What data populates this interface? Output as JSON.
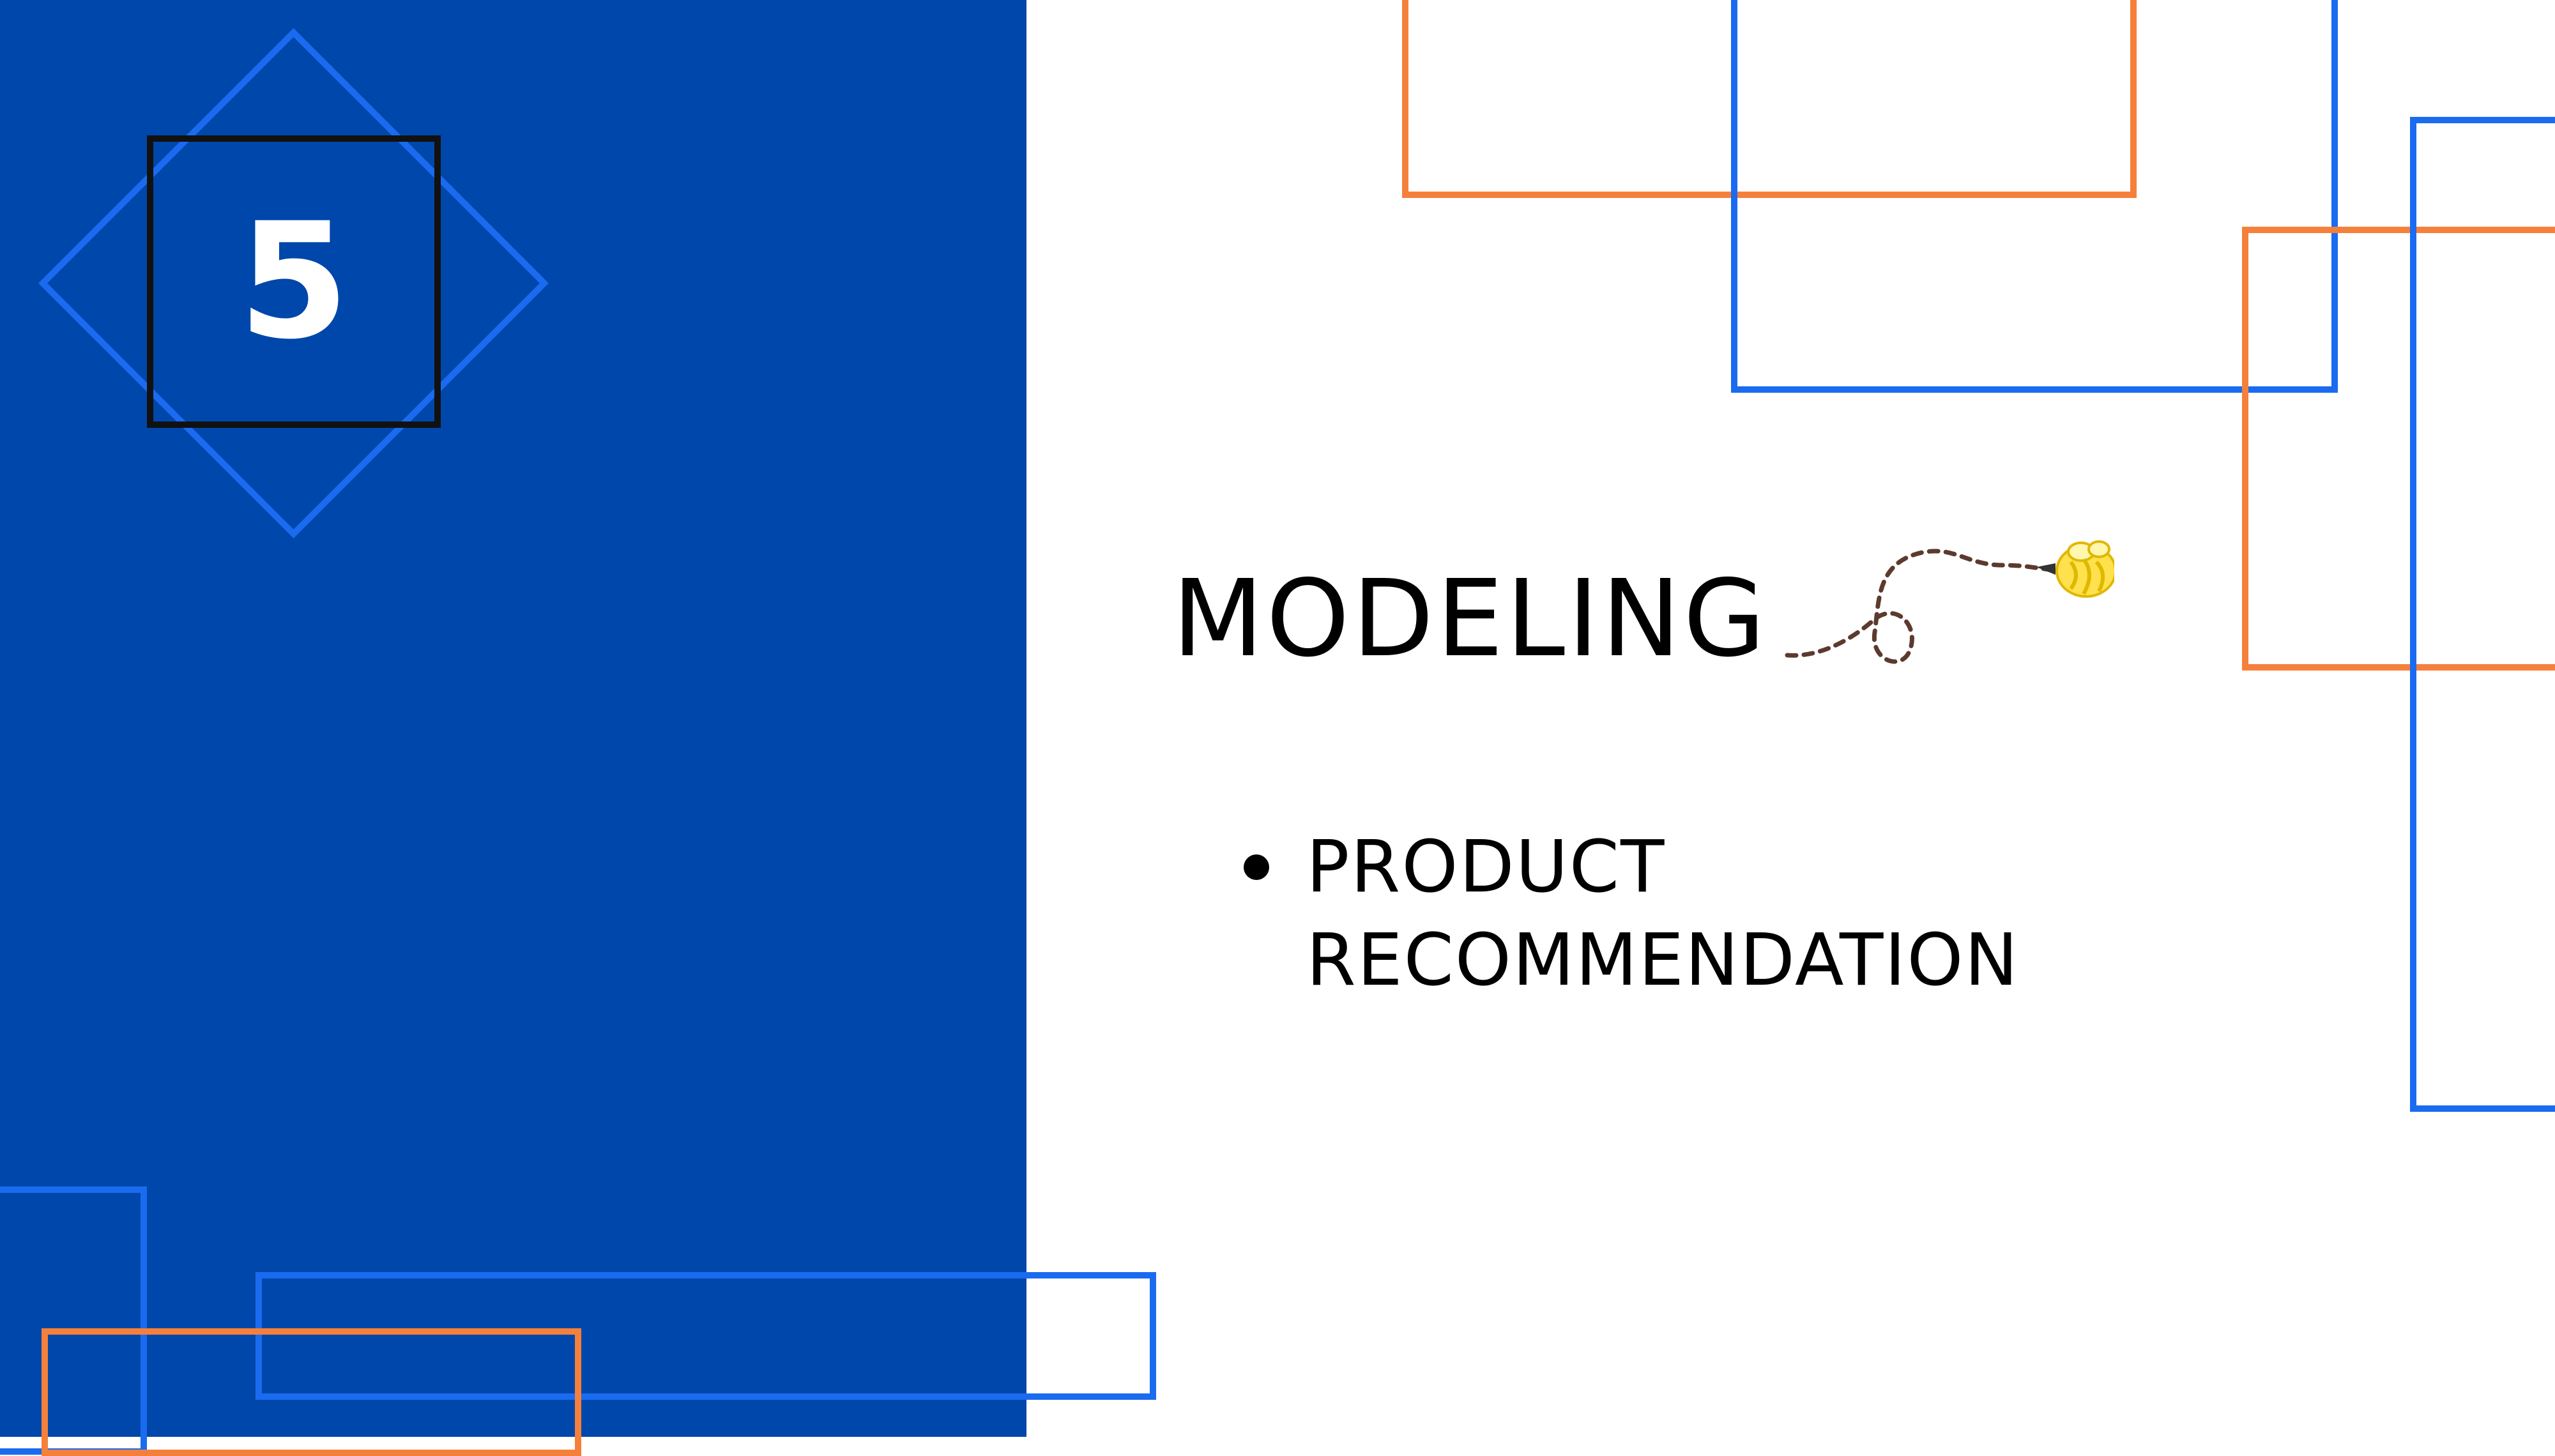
{
  "slide": {
    "number": "5",
    "title": "MODELING",
    "bullets": [
      {
        "text": "PRODUCT RECOMMENDATION"
      }
    ]
  },
  "colors": {
    "panel_blue": "#0047AB",
    "frame_blue": "#1A6BF0",
    "frame_orange": "#F5803B",
    "bee_yellow": "#FFE14D",
    "trail_brown": "#5C3A2E",
    "text": "#000000",
    "background": "#FFFFFF"
  },
  "icons": [
    "bee-icon",
    "dashed-flight-path"
  ]
}
